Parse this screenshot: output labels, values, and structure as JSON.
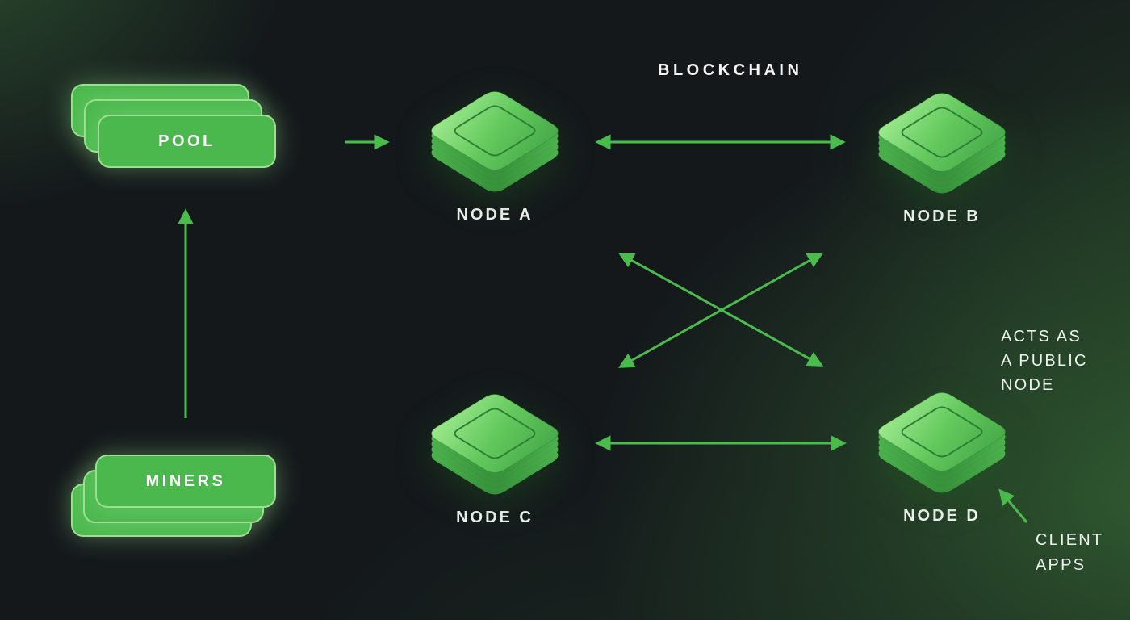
{
  "title": "BLOCKCHAIN",
  "pool": {
    "label": "POOL"
  },
  "miners": {
    "label": "MINERS"
  },
  "nodes": [
    {
      "id": "node-a",
      "label": "NODE A"
    },
    {
      "id": "node-b",
      "label": "NODE B"
    },
    {
      "id": "node-c",
      "label": "NODE C"
    },
    {
      "id": "node-d",
      "label": "NODE D"
    }
  ],
  "annotations": {
    "acts_as_public_node": [
      "ACTS AS",
      "A PUBLIC",
      "NODE"
    ],
    "client_apps": [
      "CLIENT",
      "APPS"
    ]
  },
  "connections": [
    "miners-to-pool",
    "pool-to-node-a",
    "node-a-node-b",
    "node-c-node-d",
    "node-a-node-d",
    "node-c-node-b",
    "client-apps-to-node-d"
  ],
  "colors": {
    "accent_green": "#4cbb4e",
    "card_green": "#4ab84d",
    "card_border": "#b9ebaa",
    "cube_light": "#a5ec92",
    "cube_dark": "#2b7d30",
    "text_white": "#f2f5f2",
    "background_dark": "#14181b",
    "background_glow": "#3e7e3c"
  }
}
